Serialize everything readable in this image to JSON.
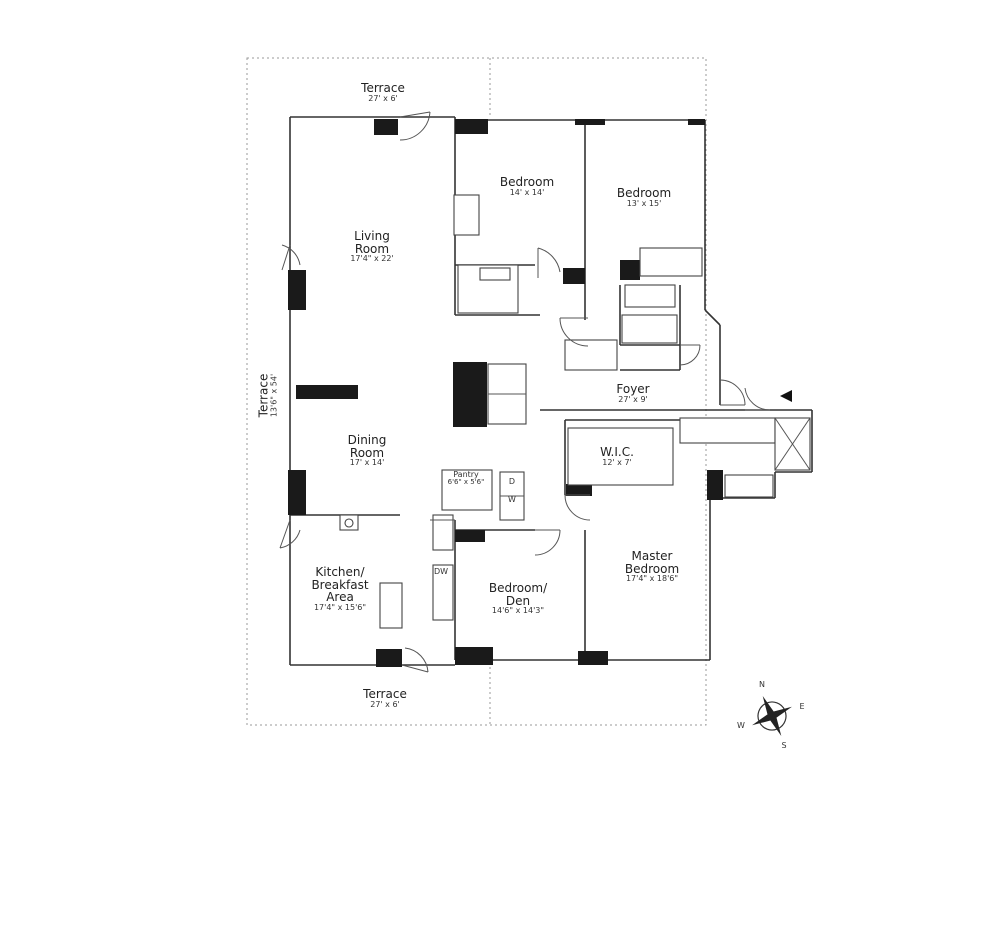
{
  "rooms": {
    "terrace_north": {
      "name": "Terrace",
      "dims": "27' x 6'"
    },
    "living": {
      "name_line1": "Living",
      "name_line2": "Room",
      "dims": "17'4\" x 22'"
    },
    "bedroom_a": {
      "name": "Bedroom",
      "dims": "14' x 14'"
    },
    "bedroom_b": {
      "name": "Bedroom",
      "dims": "13' x 15'"
    },
    "terrace_west": {
      "name": "Terrace",
      "dims": "13'6\" x 54'"
    },
    "foyer": {
      "name": "Foyer",
      "dims": "27' x 9'"
    },
    "dining": {
      "name_line1": "Dining",
      "name_line2": "Room",
      "dims": "17' x 14'"
    },
    "wic": {
      "name": "W.I.C.",
      "dims": "12' x 7'"
    },
    "pantry": {
      "name": "Pantry",
      "dims": "6'6\" x 5'6\""
    },
    "washer_dryer": {
      "top": "D",
      "bottom": "W"
    },
    "kitchen": {
      "name_line1": "Kitchen/",
      "name_line2": "Breakfast",
      "name_line3": "Area",
      "dims": "17'4\" x 15'6\""
    },
    "dishwasher": {
      "label": "DW"
    },
    "bedroom_den": {
      "name_line1": "Bedroom/",
      "name_line2": "Den",
      "dims": "14'6\" x 14'3\""
    },
    "master": {
      "name_line1": "Master",
      "name_line2": "Bedroom",
      "dims": "17'4\" x 18'6\""
    },
    "terrace_south": {
      "name": "Terrace",
      "dims": "27' x 6'"
    }
  },
  "compass": {
    "n": "N",
    "e": "E",
    "s": "S",
    "w": "W"
  }
}
